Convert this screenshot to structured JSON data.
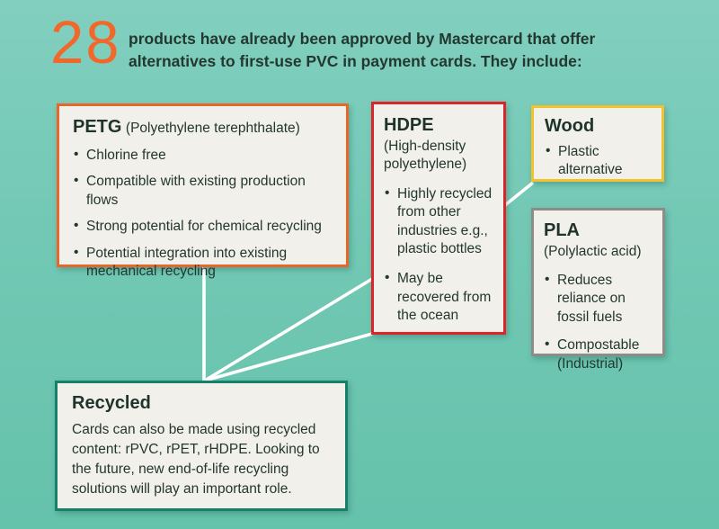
{
  "page": {
    "background_top": "#82cfbf",
    "background_bottom": "#65c2ab",
    "text_color": "#22372f"
  },
  "header": {
    "count": "28",
    "count_color": "#f2672a",
    "line1": "products have already been approved by Mastercard that offer",
    "line2": "alternatives to first-use PVC in payment cards. They include:"
  },
  "boxes": {
    "petg": {
      "title": "PETG",
      "subtitle": "(Polyethylene terephthalate)",
      "border_color": "#e8662a",
      "bullets": [
        "Chlorine free",
        "Compatible with existing production flows",
        "Strong potential for chemical recycling",
        "Potential integration into existing mechanical recycling"
      ]
    },
    "hdpe": {
      "title": "HDPE",
      "subtitle": "(High-density polyethylene)",
      "border_color": "#de2428",
      "bullets": [
        "Highly recycled from other industries e.g., plastic bottles",
        "May be recovered from the ocean"
      ]
    },
    "wood": {
      "title": "Wood",
      "border_color": "#f2c12c",
      "bullets": [
        "Plastic alternative"
      ]
    },
    "pla": {
      "title": "PLA",
      "subtitle": "(Polylactic acid)",
      "border_color": "#8e8c87",
      "bullets": [
        "Reduces reliance on fossil fuels",
        "Compostable (Industrial)"
      ]
    },
    "recycled": {
      "title": "Recycled",
      "border_color": "#17806a",
      "body": "Cards can also be made using recycled content: rPVC, rPET, rHDPE. Looking to the future, new end-of-life recycling solutions will play an important role."
    }
  },
  "connectors": {
    "color": "#ffffff",
    "links": [
      "recycled-to-petg",
      "recycled-to-hdpe-upper",
      "recycled-to-hdpe-lower",
      "hdpe-to-wood"
    ]
  }
}
